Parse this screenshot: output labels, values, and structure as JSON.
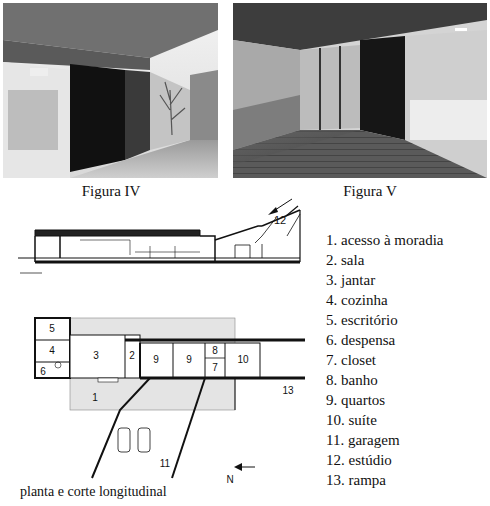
{
  "diagram": {
    "caption": "planta e corte longitudinal",
    "labels": [
      "Figura IV",
      "Figura V",
      "12",
      "1. acesso à moradia",
      "2. sala",
      "3. jantar",
      "4. cozinha",
      "5. escritório",
      "6. despensa",
      "7. closet",
      "8. banho",
      "9. quartos",
      "10. suíte",
      "11. garagem",
      "12. estúdio",
      "13. rampa",
      "5",
      "4",
      "3",
      "6",
      "2",
      "9",
      "9",
      "8",
      "7",
      "10",
      "1",
      "13",
      "11",
      "N"
    ]
  }
}
